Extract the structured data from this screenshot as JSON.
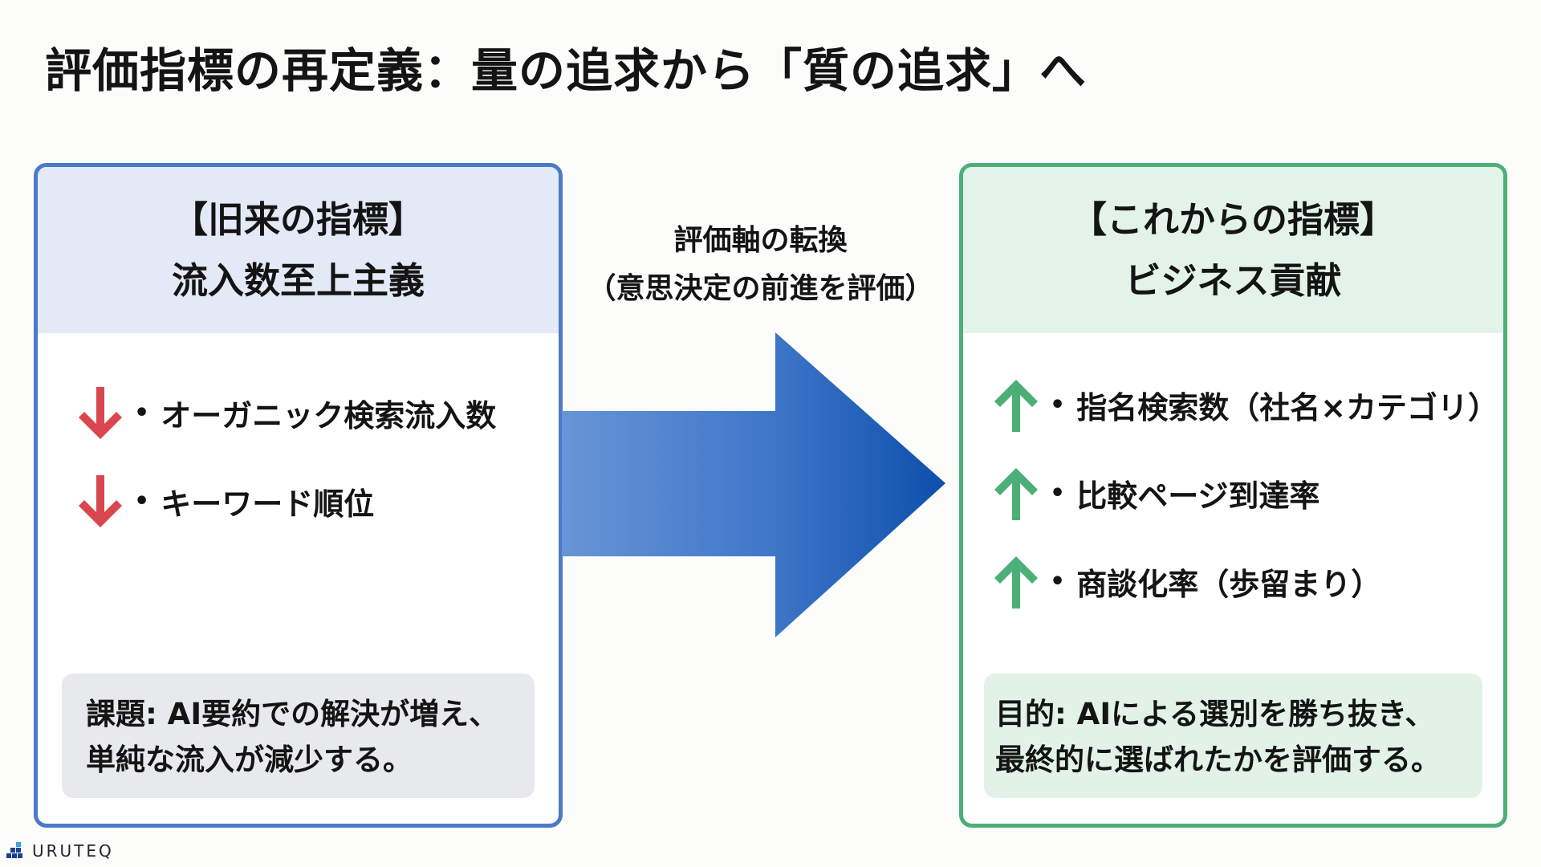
{
  "title": "評価指標の再定義：量の追求から「質の追求」へ",
  "old_card": {
    "heading_line1": "【旧来の指標】",
    "heading_line2": "流入数至上主義",
    "items": [
      {
        "icon": "arrow-down-icon",
        "bullet": "•",
        "label": "オーガニック検索流入数"
      },
      {
        "icon": "arrow-down-icon",
        "bullet": "•",
        "label": "キーワード順位"
      }
    ],
    "note_line1": "課題: AI要約での解決が増え、",
    "note_line2": "単純な流入が減少する。",
    "accent_color": "#4a7ac8",
    "icon_color": "#d9464f"
  },
  "transition": {
    "line1": "評価軸の転換",
    "line2": "（意思決定の前進を評価）",
    "icon": "arrow-right-icon"
  },
  "new_card": {
    "heading_line1": "【これからの指標】",
    "heading_line2": "ビジネス貢献",
    "items": [
      {
        "icon": "arrow-up-icon",
        "bullet": "•",
        "label": "指名検索数（社名×カテゴリ）"
      },
      {
        "icon": "arrow-up-icon",
        "bullet": "•",
        "label": "比較ページ到達率"
      },
      {
        "icon": "arrow-up-icon",
        "bullet": "•",
        "label": "商談化率（歩留まり）"
      }
    ],
    "note_line1": "目的: AIによる選別を勝ち抜き、",
    "note_line2": "最終的に選ばれたかを評価する。",
    "accent_color": "#4caf78",
    "icon_color": "#4caf78"
  },
  "footer": {
    "brand": "URUTEQ"
  }
}
